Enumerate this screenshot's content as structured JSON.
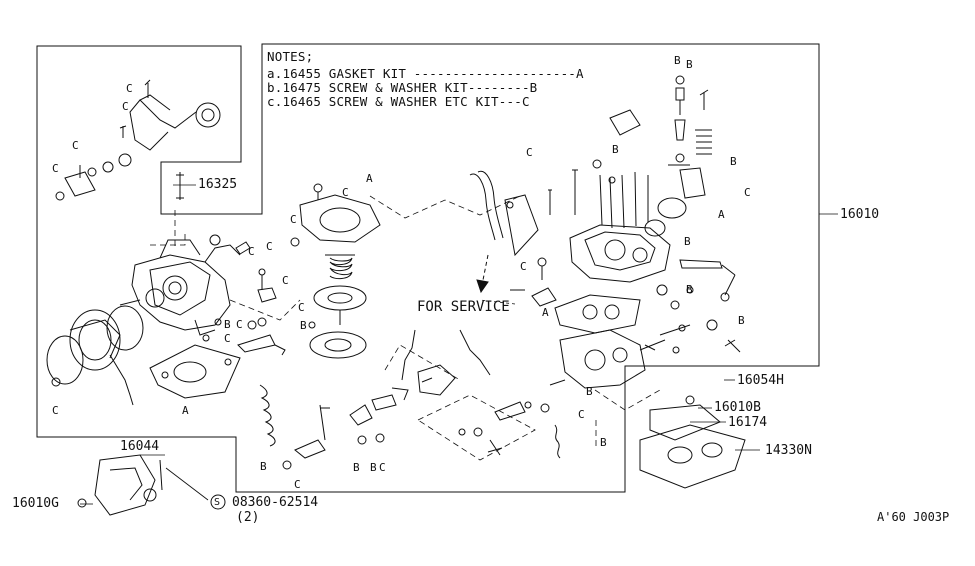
{
  "notes": {
    "title": "NOTES;",
    "lines": [
      "a.16455 GASKET KIT ---------------------A",
      "b.16475 SCREW & WASHER KIT--------B",
      "c.16465 SCREW & WASHER ETC KIT---C"
    ]
  },
  "service_label": "FOR SERVICE",
  "parts": {
    "p16325": "16325",
    "p16010": "16010",
    "p16054H": "16054H",
    "p16010B": "16010B",
    "p16174": "16174",
    "p14330N": "14330N",
    "p16044": "16044",
    "p16010G": "16010G",
    "screw_no": "08360-62514",
    "screw_qty": "(2)",
    "screw_symbol": "S"
  },
  "kit_letters": {
    "a": "A",
    "b": "B",
    "c": "C"
  },
  "diagram_id": "A'60 J003P"
}
